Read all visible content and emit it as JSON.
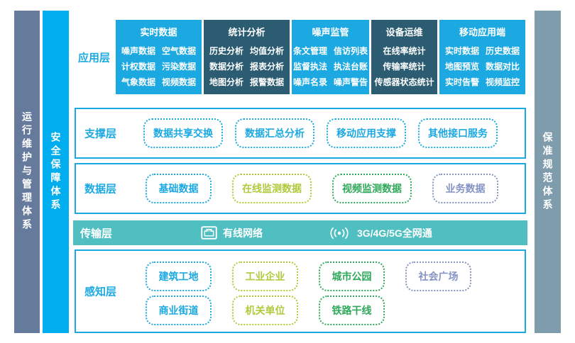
{
  "colors": {
    "accent_blue": "#1CA9E2",
    "sidebar_blue": "#00AEEF",
    "dark_teal": "#2B5C72",
    "transport_teal": "#50BFC1",
    "ops_pillar_slate": "#667B9C",
    "standards_pillar_gray": "#7F9CAD",
    "lime": "#AFCA3B",
    "green": "#30A95A",
    "periwinkle": "#8593C5"
  },
  "pillars": {
    "left_outer": {
      "label": "运行维护与管理体系"
    },
    "left_inner": {
      "label": "安全保障体系"
    },
    "right": {
      "label": "保准规范体系"
    }
  },
  "app_layer": {
    "label": "应用层",
    "columns": [
      {
        "title": "实时数据",
        "theme": "light",
        "rows": [
          [
            "噪声数据",
            "空气数据"
          ],
          [
            "计权数据",
            "污染数据"
          ],
          [
            "气象数据",
            "视频数据"
          ]
        ]
      },
      {
        "title": "统计分析",
        "theme": "dark",
        "rows": [
          [
            "历史分析",
            "均值分析"
          ],
          [
            "数据分析",
            "报表分析"
          ],
          [
            "地图分析",
            "报警数据"
          ]
        ]
      },
      {
        "title": "噪声监管",
        "theme": "light",
        "rows": [
          [
            "条文管理",
            "信访列表"
          ],
          [
            "监督执法",
            "执法台账"
          ],
          [
            "噪声名录",
            "噪声警告"
          ]
        ]
      },
      {
        "title": "设备运维",
        "theme": "dark",
        "rows": [
          [
            "在线率统计"
          ],
          [
            "传输率统计"
          ],
          [
            "传感器状态统计"
          ]
        ]
      },
      {
        "title": "移动应用端",
        "theme": "light",
        "rows": [
          [
            "实时数据",
            "历史数据"
          ],
          [
            "地图预览",
            "数据对比"
          ],
          [
            "实时告警",
            "视频监控"
          ]
        ]
      }
    ]
  },
  "support_layer": {
    "label": "支撑层",
    "items": [
      {
        "label": "数据共享交换",
        "theme": "blue"
      },
      {
        "label": "数据汇总分析",
        "theme": "blue"
      },
      {
        "label": "移动应用支撑",
        "theme": "blue"
      },
      {
        "label": "其他接口服务",
        "theme": "blue"
      }
    ]
  },
  "data_layer": {
    "label": "数据层",
    "items": [
      {
        "label": "基础数据",
        "theme": "blue"
      },
      {
        "label": "在线监测数据",
        "theme": "lime"
      },
      {
        "label": "视频监测数据",
        "theme": "green"
      },
      {
        "label": "业务数据",
        "theme": "periwinkle"
      }
    ]
  },
  "transport_layer": {
    "label": "传输层",
    "wired_label": "有线网络",
    "wireless_label": "3G/4G/5G全网通"
  },
  "perception_layer": {
    "label": "感知层",
    "rows": [
      [
        {
          "label": "建筑工地",
          "theme": "blue"
        },
        {
          "label": "工业企业",
          "theme": "lime"
        },
        {
          "label": "城市公园",
          "theme": "green"
        },
        {
          "label": "社会广场",
          "theme": "periwinkle"
        }
      ],
      [
        {
          "label": "商业街道",
          "theme": "blue"
        },
        {
          "label": "机关单位",
          "theme": "lime"
        },
        {
          "label": "铁路干线",
          "theme": "green"
        }
      ]
    ]
  }
}
